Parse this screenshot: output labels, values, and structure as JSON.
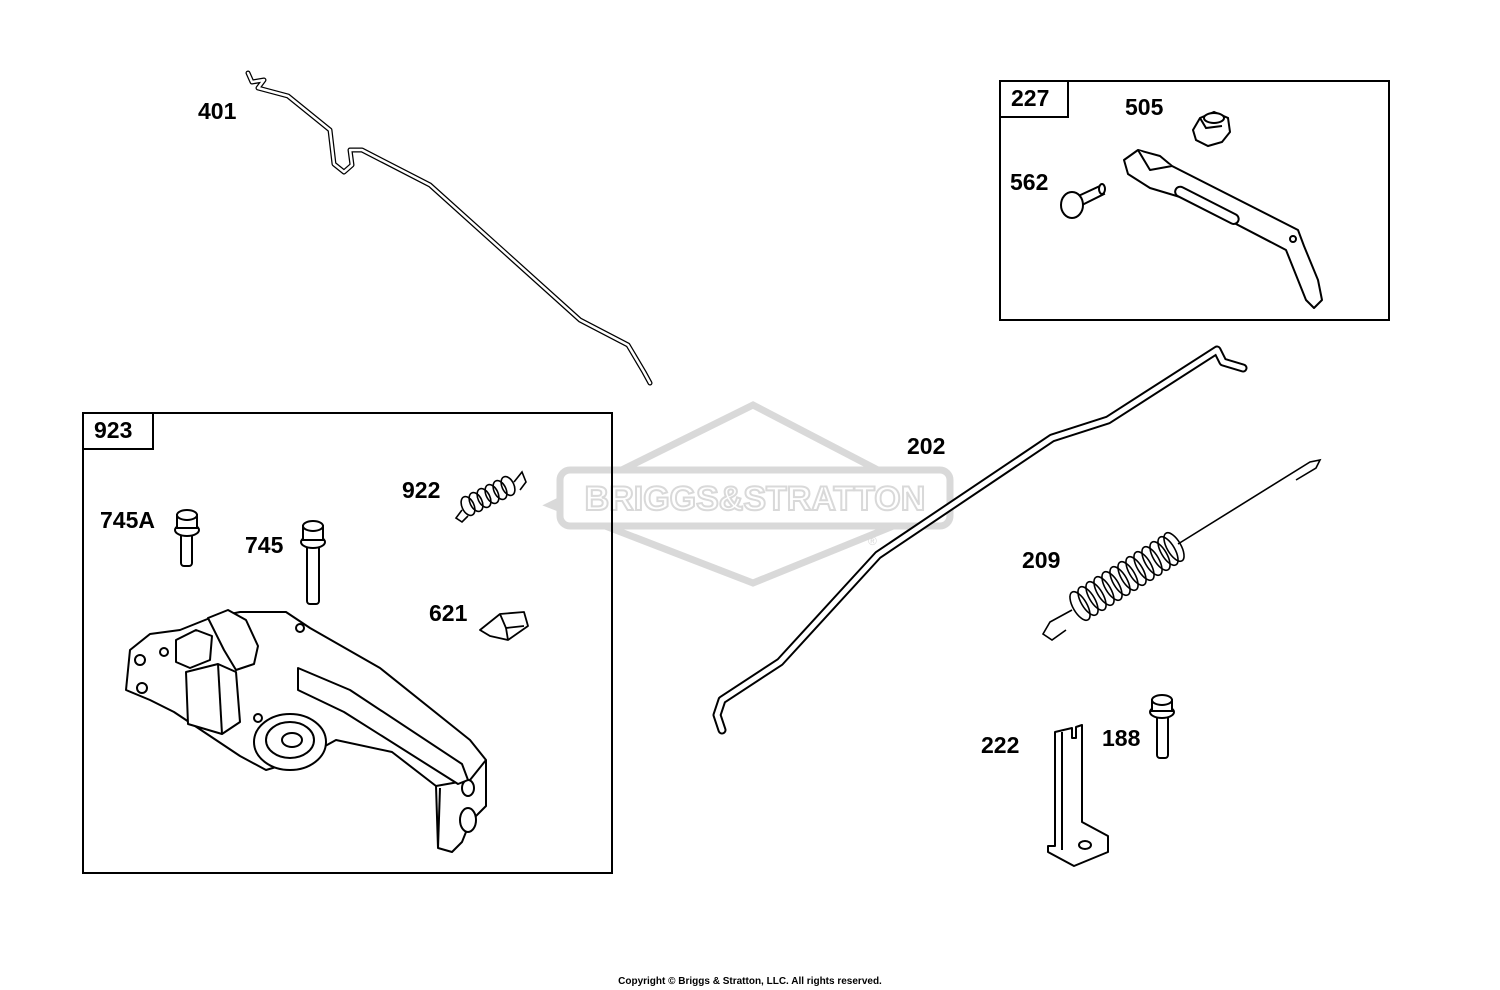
{
  "watermark": {
    "brand": "BRIGGS&STRATTON",
    "registered": "®"
  },
  "kits": [
    {
      "id": "kit-923",
      "label": "923"
    },
    {
      "id": "kit-227",
      "label": "227"
    }
  ],
  "parts": {
    "p401": "401",
    "p202": "202",
    "p209": "209",
    "p222": "222",
    "p188": "188",
    "p505": "505",
    "p562": "562",
    "p745A": "745A",
    "p745": "745",
    "p922": "922",
    "p621": "621"
  },
  "footer": {
    "copyright": "Copyright © Briggs & Stratton, LLC. All rights reserved."
  },
  "colors": {
    "line": "#000000",
    "watermark": "#d9d9d9",
    "background": "#ffffff"
  }
}
